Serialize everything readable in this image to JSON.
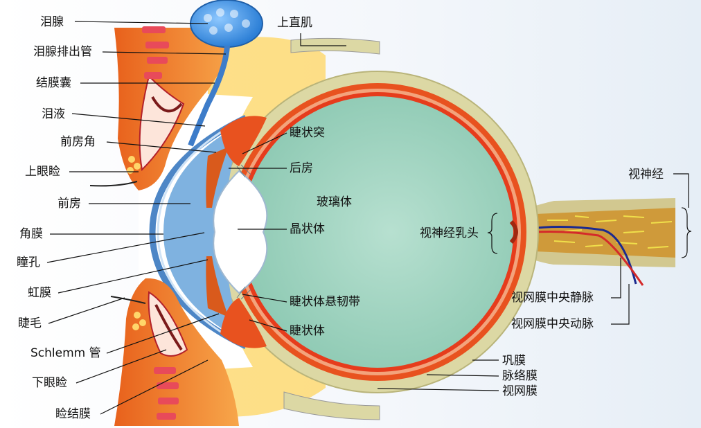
{
  "labels": {
    "lacrimal_gland": "泪腺",
    "lacrimal_duct": "泪腺排出管",
    "conjunctival_sac": "结膜囊",
    "tears": "泪液",
    "chamber_angle": "前房角",
    "upper_eyelid": "上眼睑",
    "anterior_chamber": "前房",
    "cornea": "角膜",
    "pupil": "瞳孔",
    "iris": "虹膜",
    "eyelash": "睫毛",
    "schlemm_canal": "Schlemm 管",
    "lower_eyelid": "下眼睑",
    "palpebral_conjunctiva": "睑结膜",
    "superior_rectus": "上直肌",
    "ciliary_process": "睫状突",
    "posterior_chamber": "后房",
    "vitreous_body": "玻璃体",
    "lens": "晶状体",
    "zonule": "睫状体悬韧带",
    "ciliary_body": "睫状体",
    "optic_disc": "视神经乳头",
    "optic_nerve": "视神经",
    "central_retinal_vein": "视网膜中央静脉",
    "central_retinal_artery": "视网膜中央动脉",
    "sclera": "巩膜",
    "choroid": "脉络膜",
    "retina": "视网膜"
  },
  "colors": {
    "vitreous": "#9ed2c0",
    "sclera": "#dcd8a4",
    "choroid_retina": "#e63c1c",
    "anterior_chamber": "#7fb2e0",
    "lacrimal_gland": "#4f9be8",
    "eyelid": "#f39a2a",
    "optic_nerve": "#d9a54a",
    "vein": "#1b2a8f",
    "artery": "#d42a2a"
  }
}
